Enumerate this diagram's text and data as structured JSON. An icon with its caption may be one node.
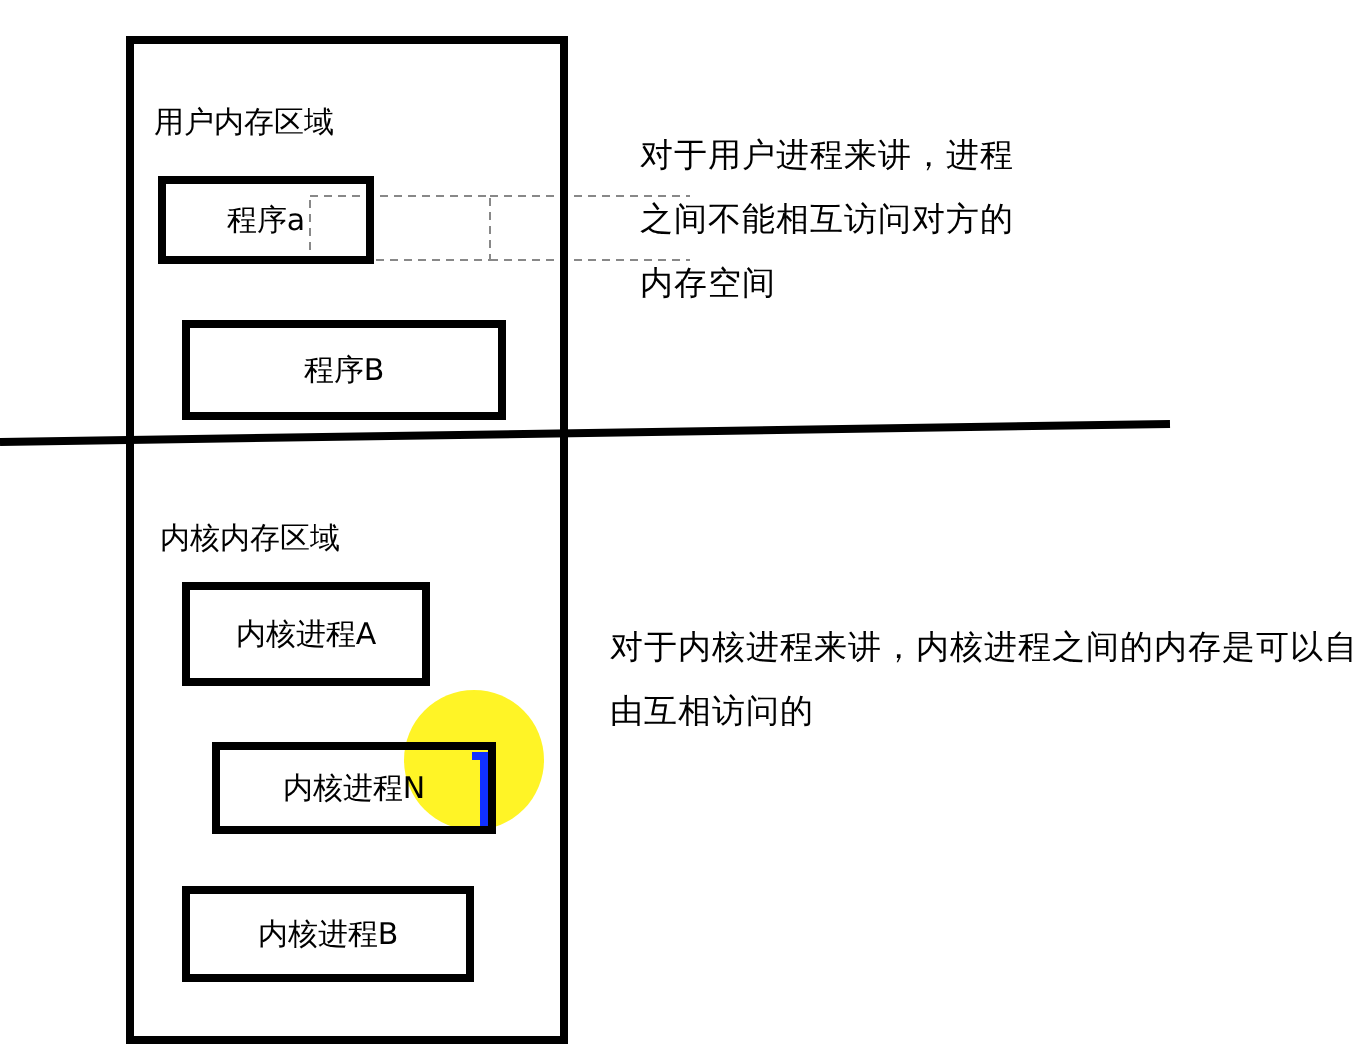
{
  "diagram": {
    "nodes": [
      {
        "text": [
          "用户内存区域"
        ]
      },
      {
        "text": [
          "程序a"
        ],
        "in": 0
      },
      {
        "text": [
          "程序B"
        ],
        "in": 0
      },
      {
        "text": [
          "内核内存区域"
        ]
      },
      {
        "text": [
          "内核进程A"
        ],
        "in": 3
      },
      {
        "text": [
          "内核进程N"
        ],
        "in": 3
      },
      {
        "text": [
          "内核进程B"
        ],
        "in": 3
      }
    ],
    "labels": [
      "对于用户进程来讲，进程之间不能相互访问对方的内存空间",
      "对于内核进程来讲，内核进程之间的内存是可以自由互相访问的"
    ]
  }
}
